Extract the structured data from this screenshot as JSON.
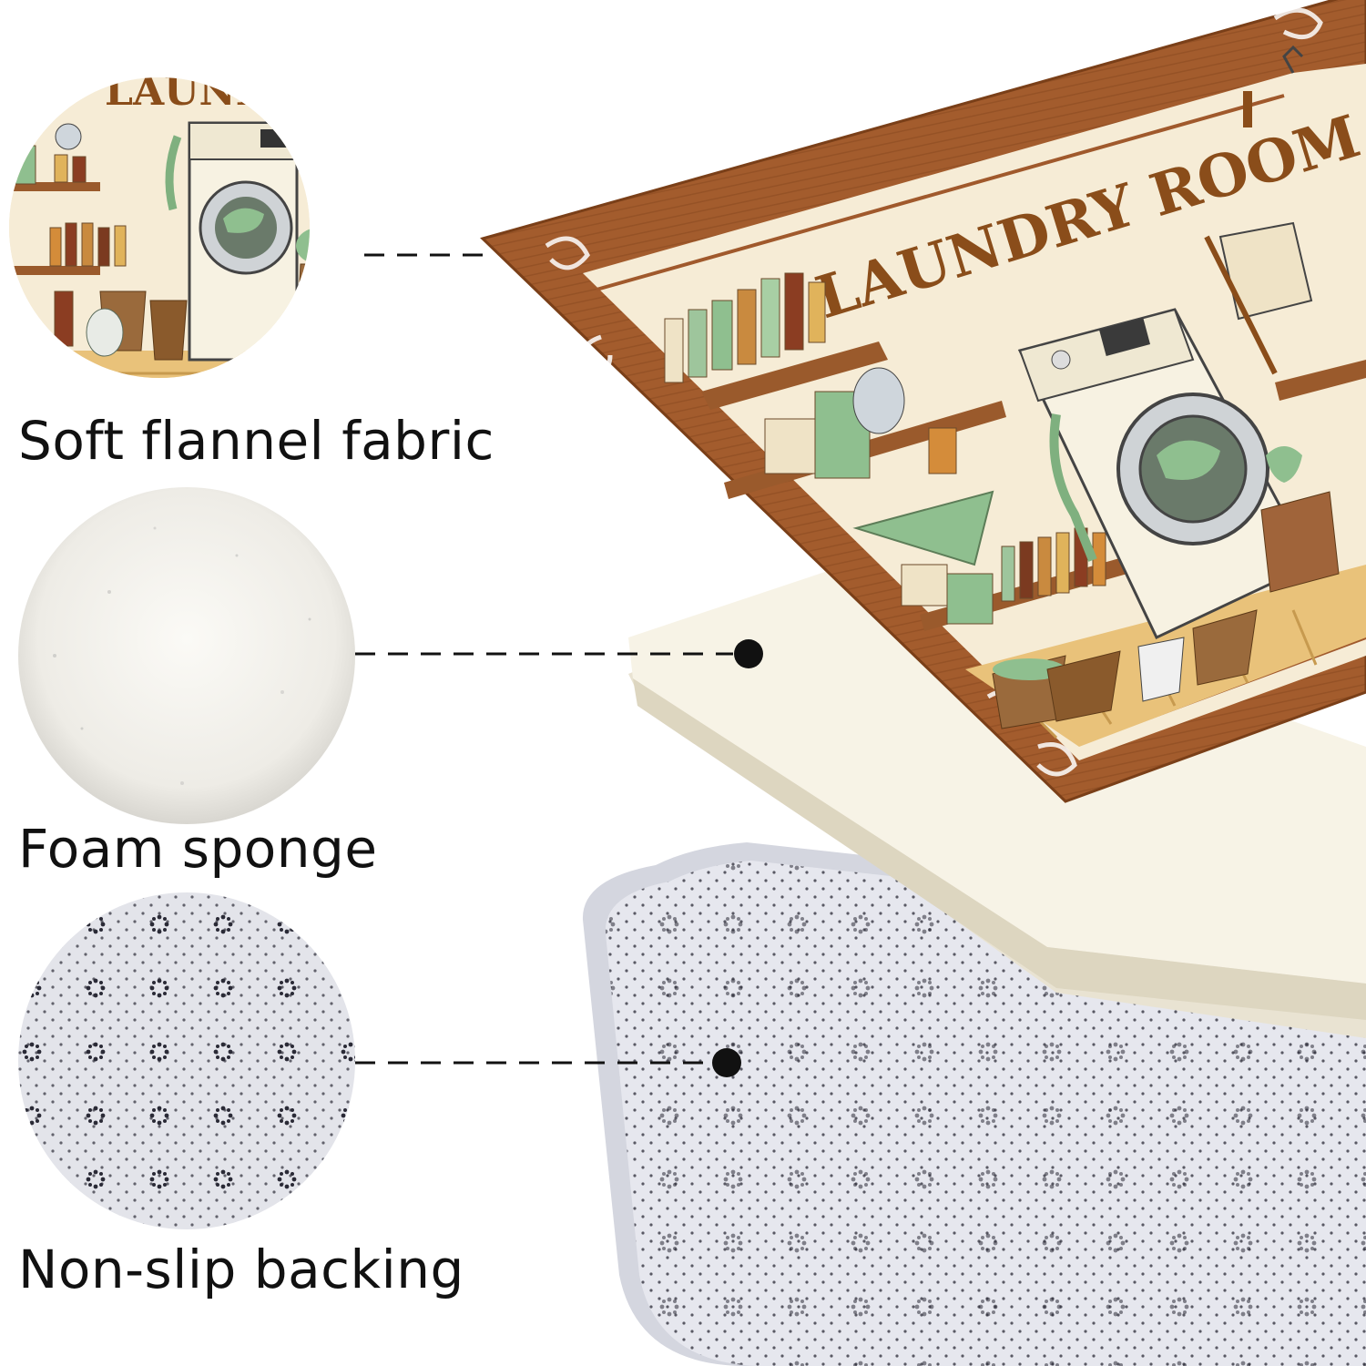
{
  "labels": {
    "fabric": "Soft flannel fabric",
    "foam": "Foam sponge",
    "backing": "Non-slip backing"
  },
  "mat_print": {
    "title": "LAUNDRY ROOM",
    "zoom_title": "LAUNDRY R"
  },
  "colors": {
    "frame": "#a0592c",
    "cream": "#f6ecd6",
    "title": "#8a4d1a",
    "green": "#8fbf8f",
    "foam": "#f6f1e3",
    "backing": "#e3e4ea",
    "dots": "#2a2a36"
  },
  "icons": {
    "fabric": "washing-machine-print",
    "foam": "foam-texture",
    "backing": "dot-grip-pattern"
  }
}
